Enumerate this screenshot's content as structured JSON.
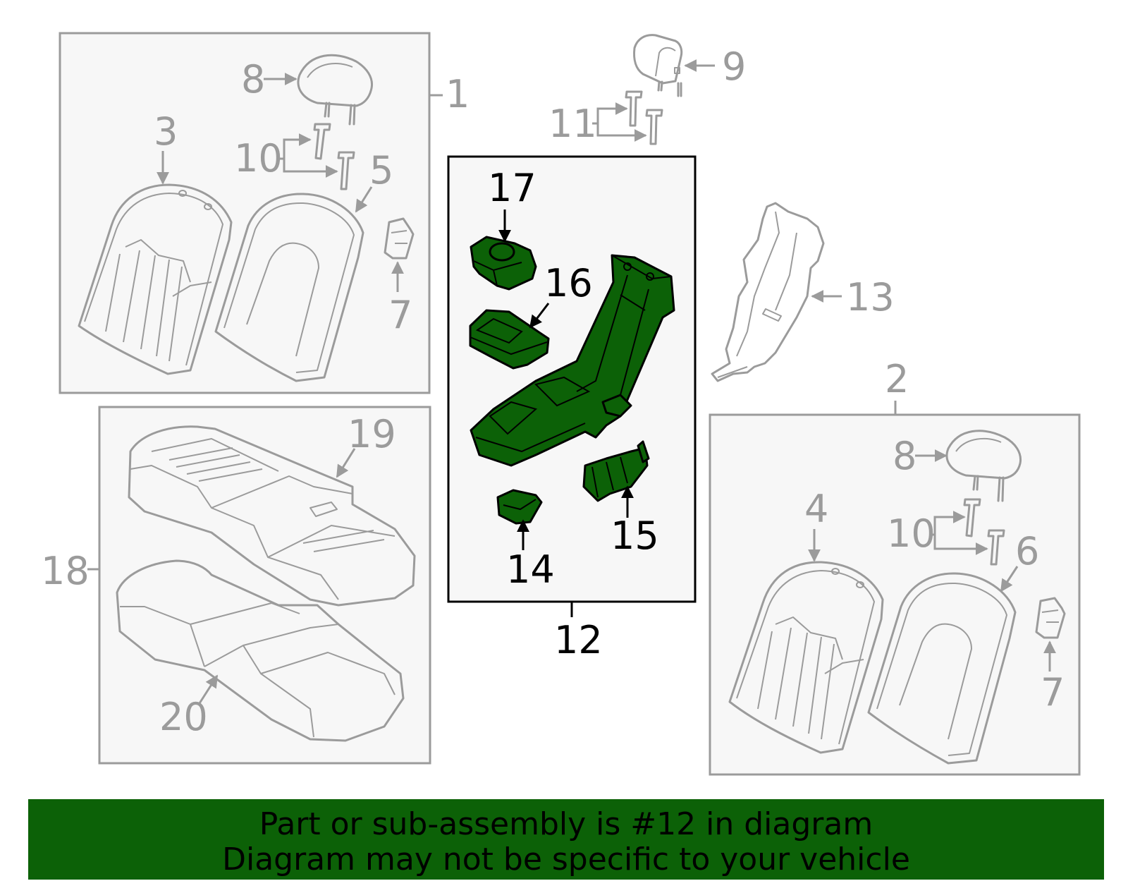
{
  "callouts": {
    "c1": "1",
    "c2": "2",
    "c3": "3",
    "c4": "4",
    "c5": "5",
    "c6": "6",
    "c7a": "7",
    "c7b": "7",
    "c8a": "8",
    "c8b": "8",
    "c9": "9",
    "c10a": "10",
    "c10b": "10",
    "c11": "11",
    "c12": "12",
    "c13": "13",
    "c14": "14",
    "c15": "15",
    "c16": "16",
    "c17": "17",
    "c18": "18",
    "c19": "19",
    "c20": "20"
  },
  "highlight": {
    "part_number": "12",
    "color": "#0c6107"
  },
  "colors": {
    "inactive_part": "#9b9b9b",
    "active_part": "#0c6107",
    "panel_fill": "#f7f7f7"
  },
  "banner": {
    "line1": "Part or sub-assembly is #12 in diagram",
    "line2": "Diagram may not be specific to your vehicle"
  }
}
